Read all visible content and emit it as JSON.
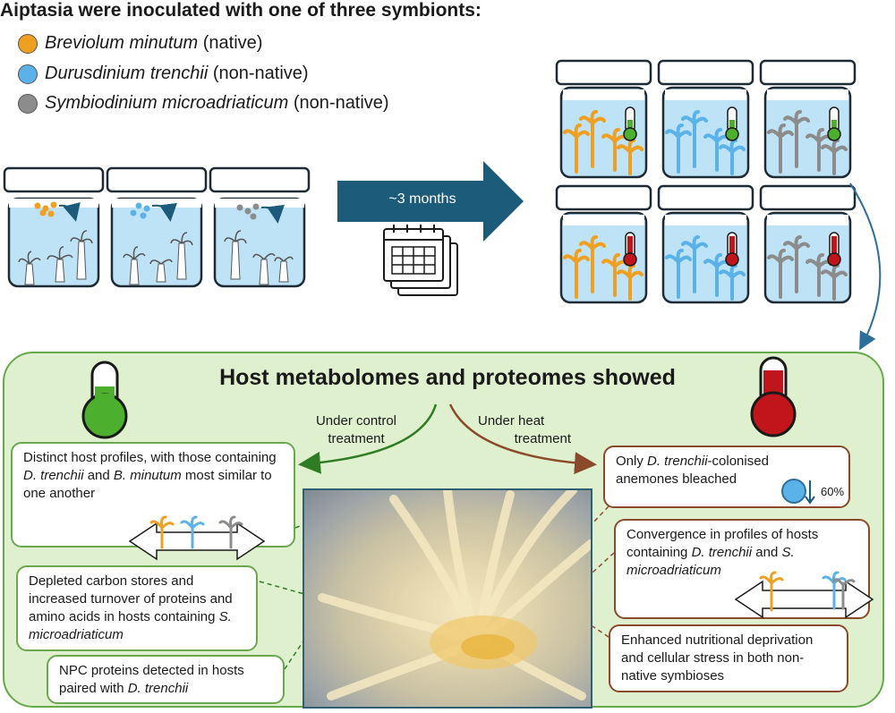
{
  "title": "Aiptasia were inoculated with one of three symbionts:",
  "legend": [
    {
      "genus": "Breviolum minutum",
      "status": "(native)",
      "color": "#f0a020"
    },
    {
      "genus": "Durusdinium trenchii",
      "status": "(non-native)",
      "color": "#5bb2e8"
    },
    {
      "genus": "Symbiodinium microadriaticum",
      "status": "(non-native)",
      "color": "#8c8c8c"
    }
  ],
  "duration_label": "~3 months",
  "panel": {
    "title": "Host metabolomes and proteomes showed",
    "control_label": [
      "Under control",
      "treatment"
    ],
    "heat_label": [
      "Under heat",
      "treatment"
    ],
    "control_findings": {
      "distinct": {
        "pre": "Distinct host profiles, with those containing ",
        "species1": "D. trenchii",
        "mid": " and ",
        "species2": "B. minutum",
        "post": " most similar to one another"
      },
      "depleted": {
        "pre": "Depleted carbon stores and increased turnover of proteins and amino acids in hosts containing ",
        "species": "S. microadriaticum"
      },
      "npc": {
        "pre": "NPC proteins detected in hosts paired with ",
        "species": "D. trenchii"
      }
    },
    "heat_findings": {
      "bleached": {
        "pre": "Only ",
        "species": "D. trenchii",
        "post": "-colonised anemones bleached"
      },
      "bleach_percent": "60%",
      "convergence": {
        "pre": "Convergence in profiles of hosts containing ",
        "species1": "D. trenchii",
        "mid": " and ",
        "species2": "S. microadriaticum"
      },
      "enhanced": "Enhanced nutritional deprivation and cellular stress in both non-native symbioses"
    }
  },
  "colors": {
    "native": "#f0a020",
    "durusdinium": "#5bb2e8",
    "symbiodinium": "#8c8c8c",
    "control": "#4caf2e",
    "heat": "#c0151b",
    "arrow": "#1c5b7a",
    "panel_bg": "#dff0cf",
    "panel_border": "#6aa84f",
    "brown": "#8b4a2b"
  }
}
